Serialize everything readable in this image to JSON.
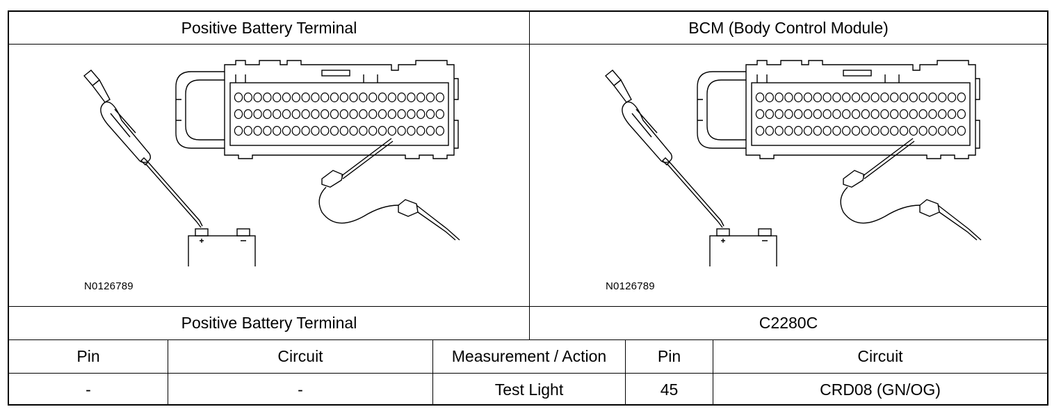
{
  "top_headers": {
    "left": "Positive Battery Terminal",
    "right": "BCM (Body Control Module)"
  },
  "figures": {
    "left_id": "N0126789",
    "right_id": "N0126789"
  },
  "mid_headers": {
    "left": "Positive Battery Terminal",
    "right": "C2280C"
  },
  "table": {
    "columns": [
      "Pin",
      "Circuit",
      "Measurement / Action",
      "Pin",
      "Circuit"
    ],
    "rows": [
      [
        "-",
        "-",
        "Test Light",
        "45",
        "CRD08 (GN/OG)"
      ]
    ]
  }
}
